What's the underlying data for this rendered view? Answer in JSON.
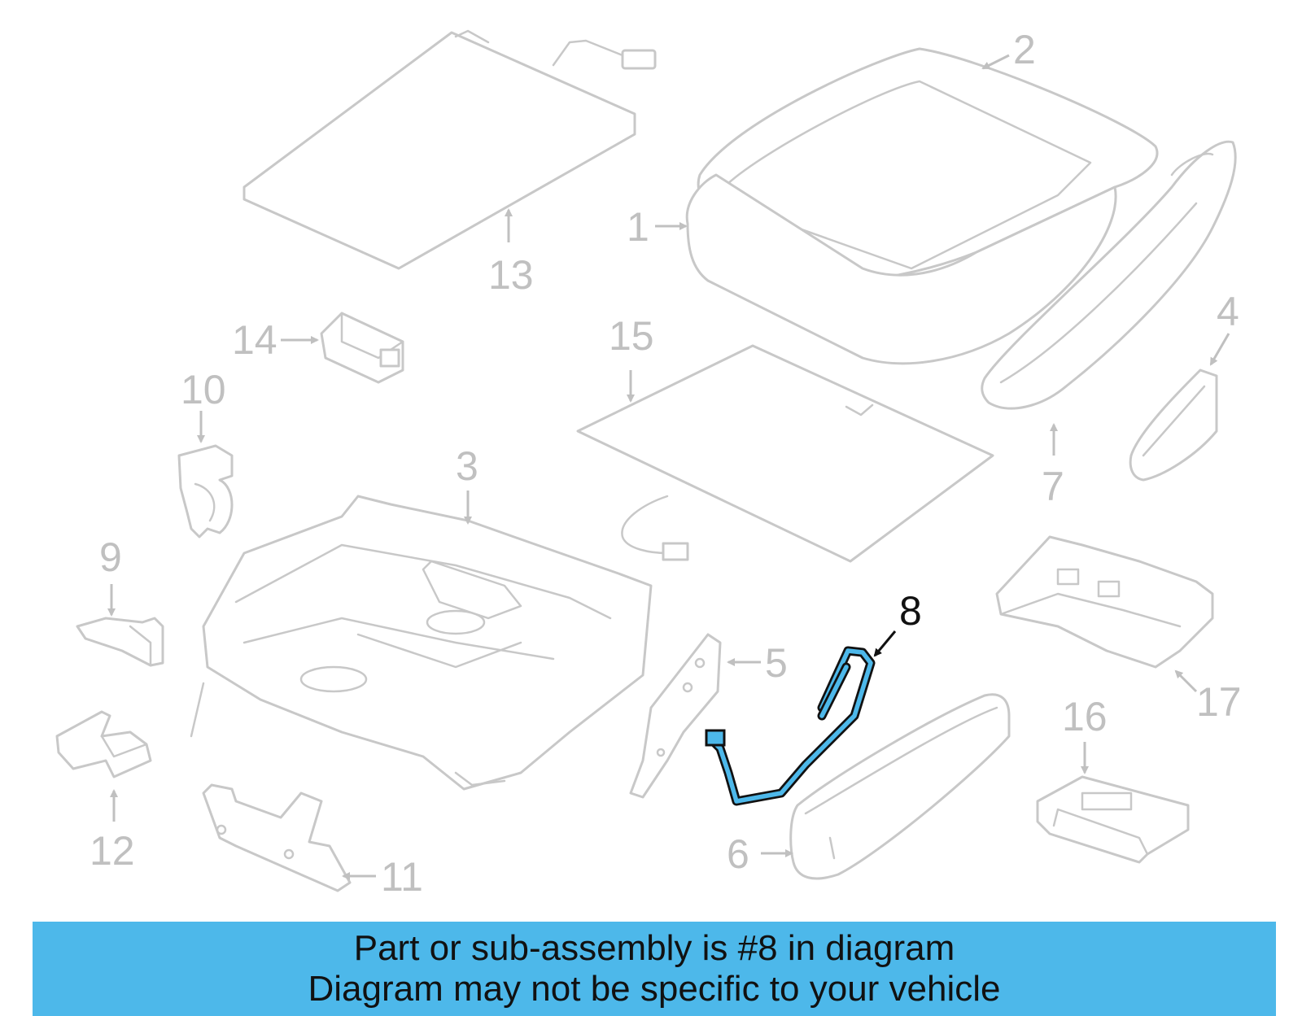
{
  "diagram": {
    "highlighted_part": "8",
    "callouts": [
      "1",
      "2",
      "3",
      "4",
      "5",
      "6",
      "7",
      "8",
      "9",
      "10",
      "11",
      "12",
      "13",
      "14",
      "15",
      "16",
      "17"
    ],
    "colors": {
      "part_line": "#c8c8c8",
      "callout_text": "#c0c0c0",
      "highlight": "#4db8ea",
      "highlight_outline": "#111111"
    }
  },
  "banner": {
    "line1": "Part or sub-assembly is #8 in diagram",
    "line2": "Diagram may not be specific to your vehicle",
    "background": "#4db8ea"
  }
}
